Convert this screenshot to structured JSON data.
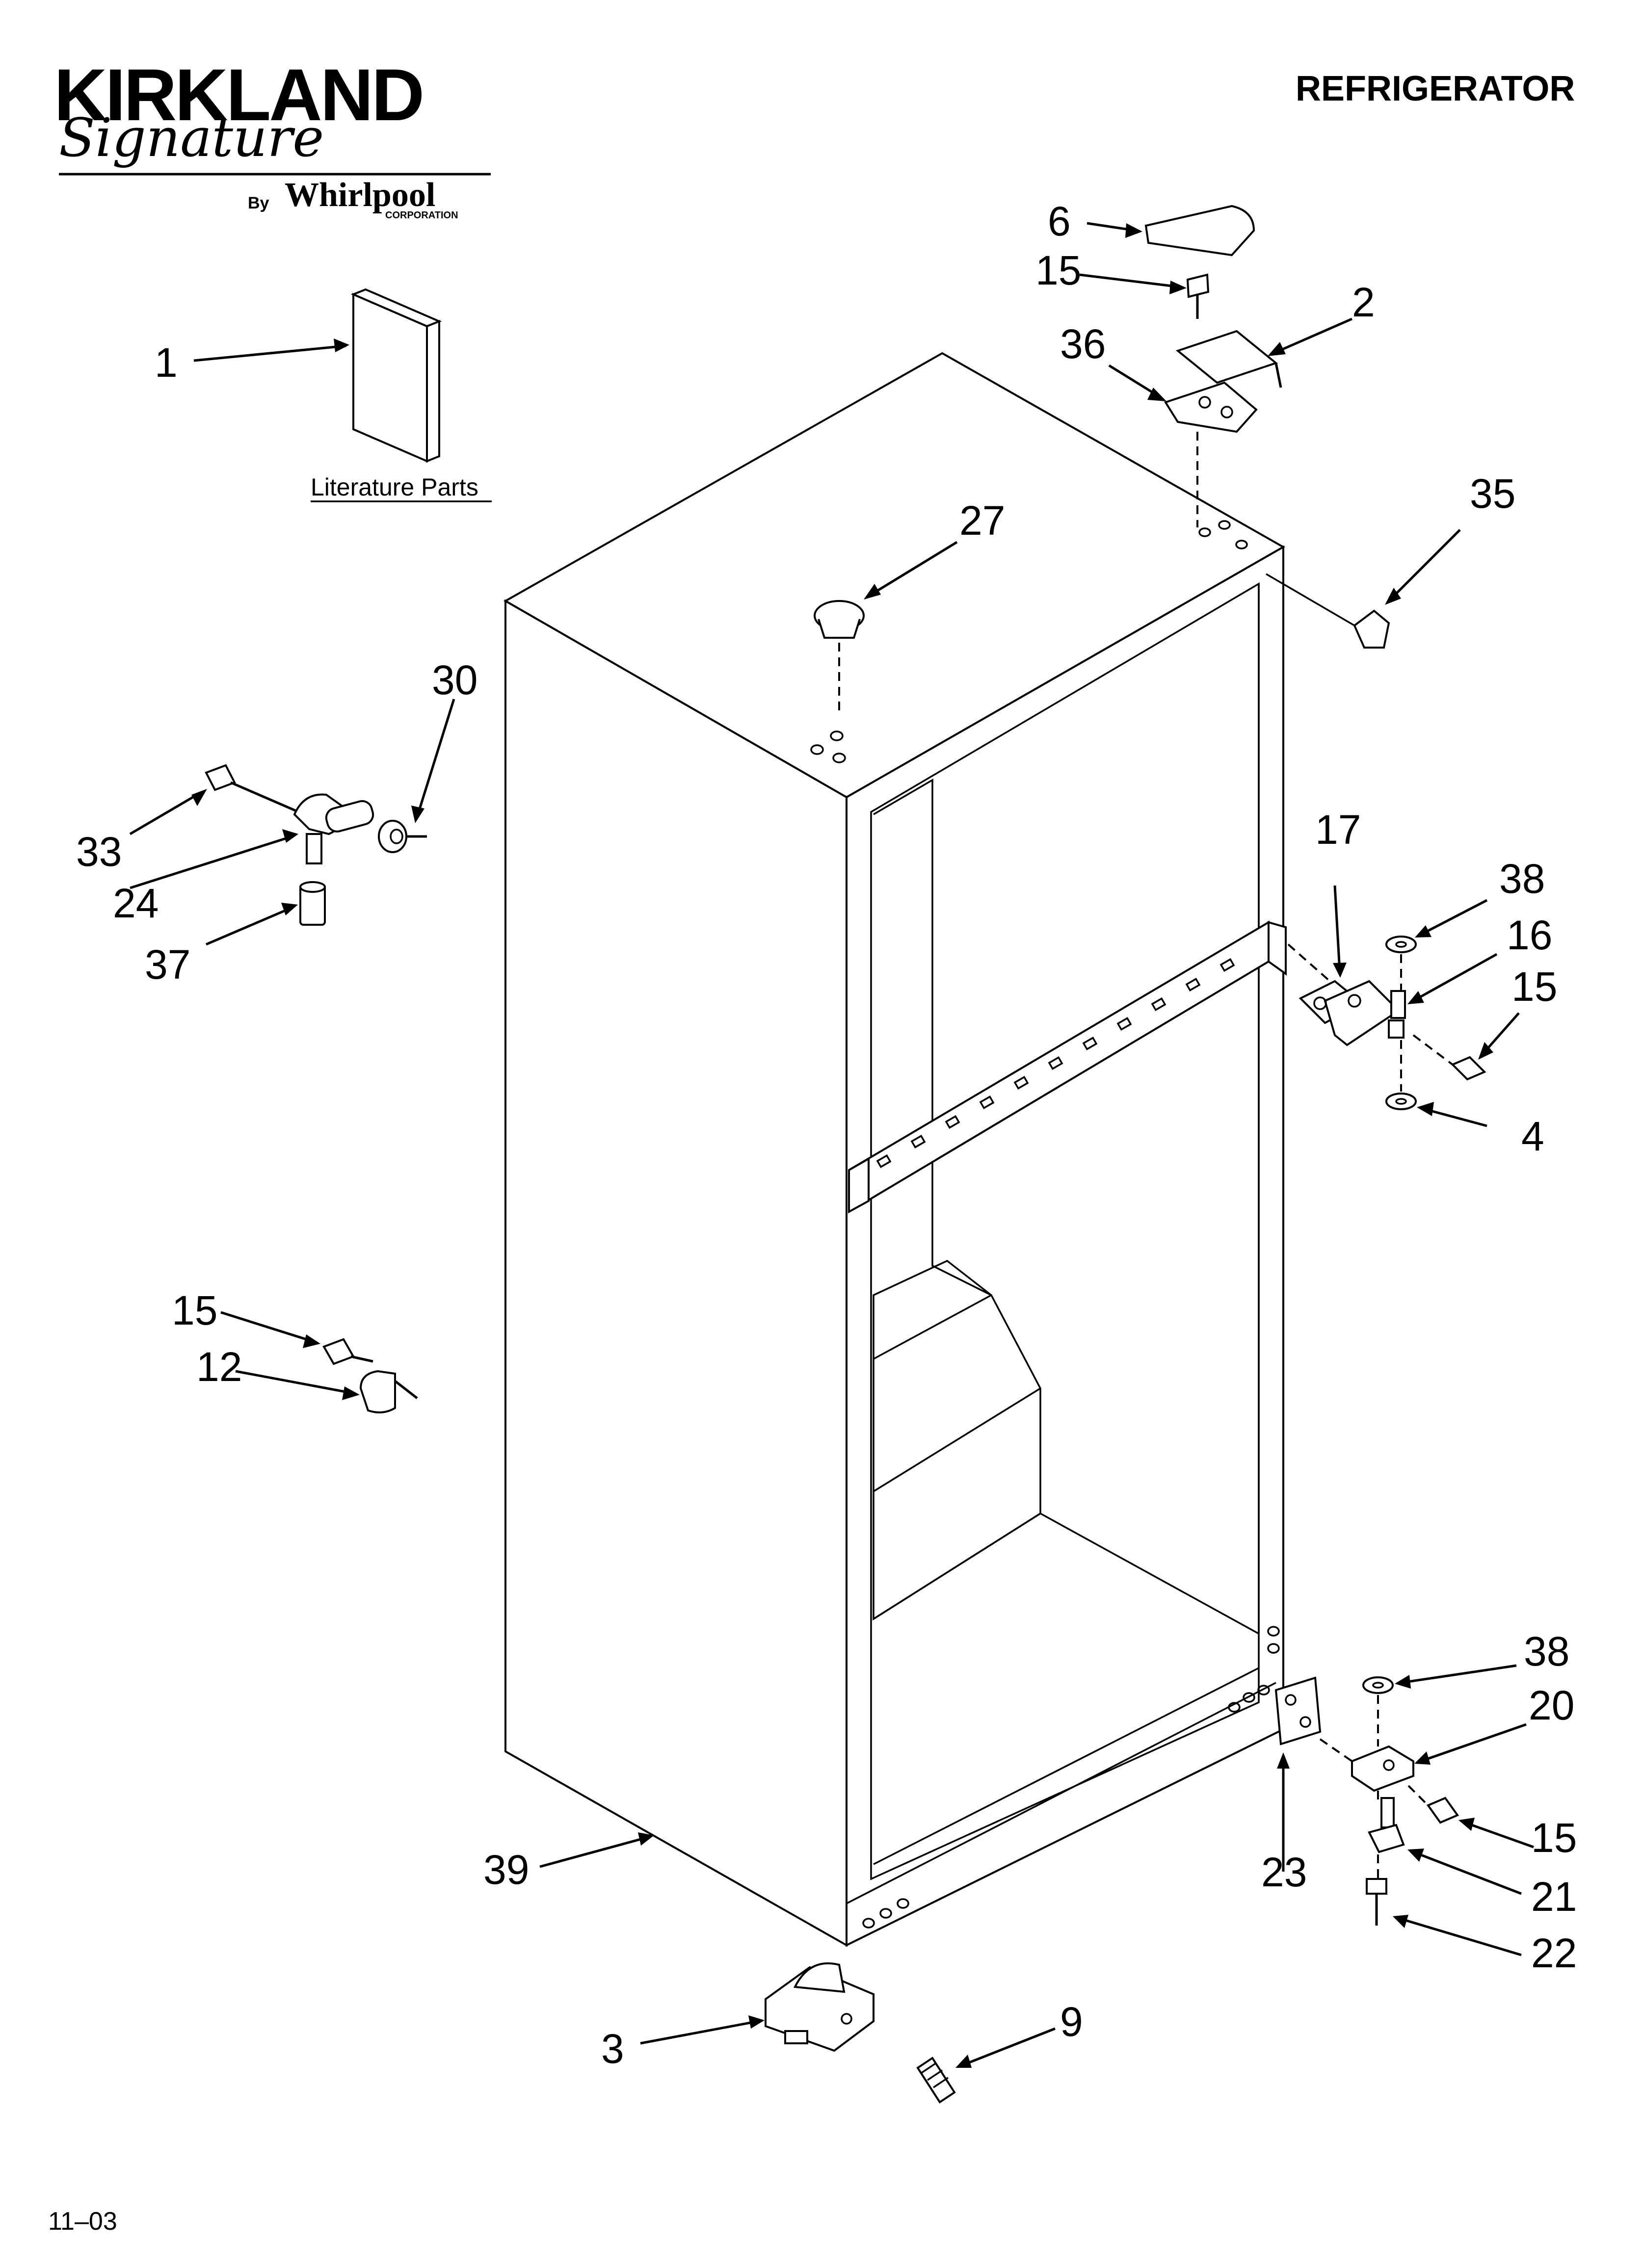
{
  "header": {
    "brand": "KIRKLAND",
    "brand_script": "Signature",
    "by": "By",
    "maker": "Whirlpool",
    "maker_sub": "CORPORATION",
    "title": "REFRIGERATOR"
  },
  "literature_label": "Literature Parts",
  "footer_date": "11–03",
  "callouts": [
    "1",
    "6",
    "15",
    "2",
    "36",
    "35",
    "27",
    "30",
    "33",
    "24",
    "37",
    "17",
    "38",
    "16",
    "15",
    "4",
    "15",
    "12",
    "38",
    "20",
    "15",
    "23",
    "21",
    "22",
    "39",
    "3",
    "9"
  ]
}
